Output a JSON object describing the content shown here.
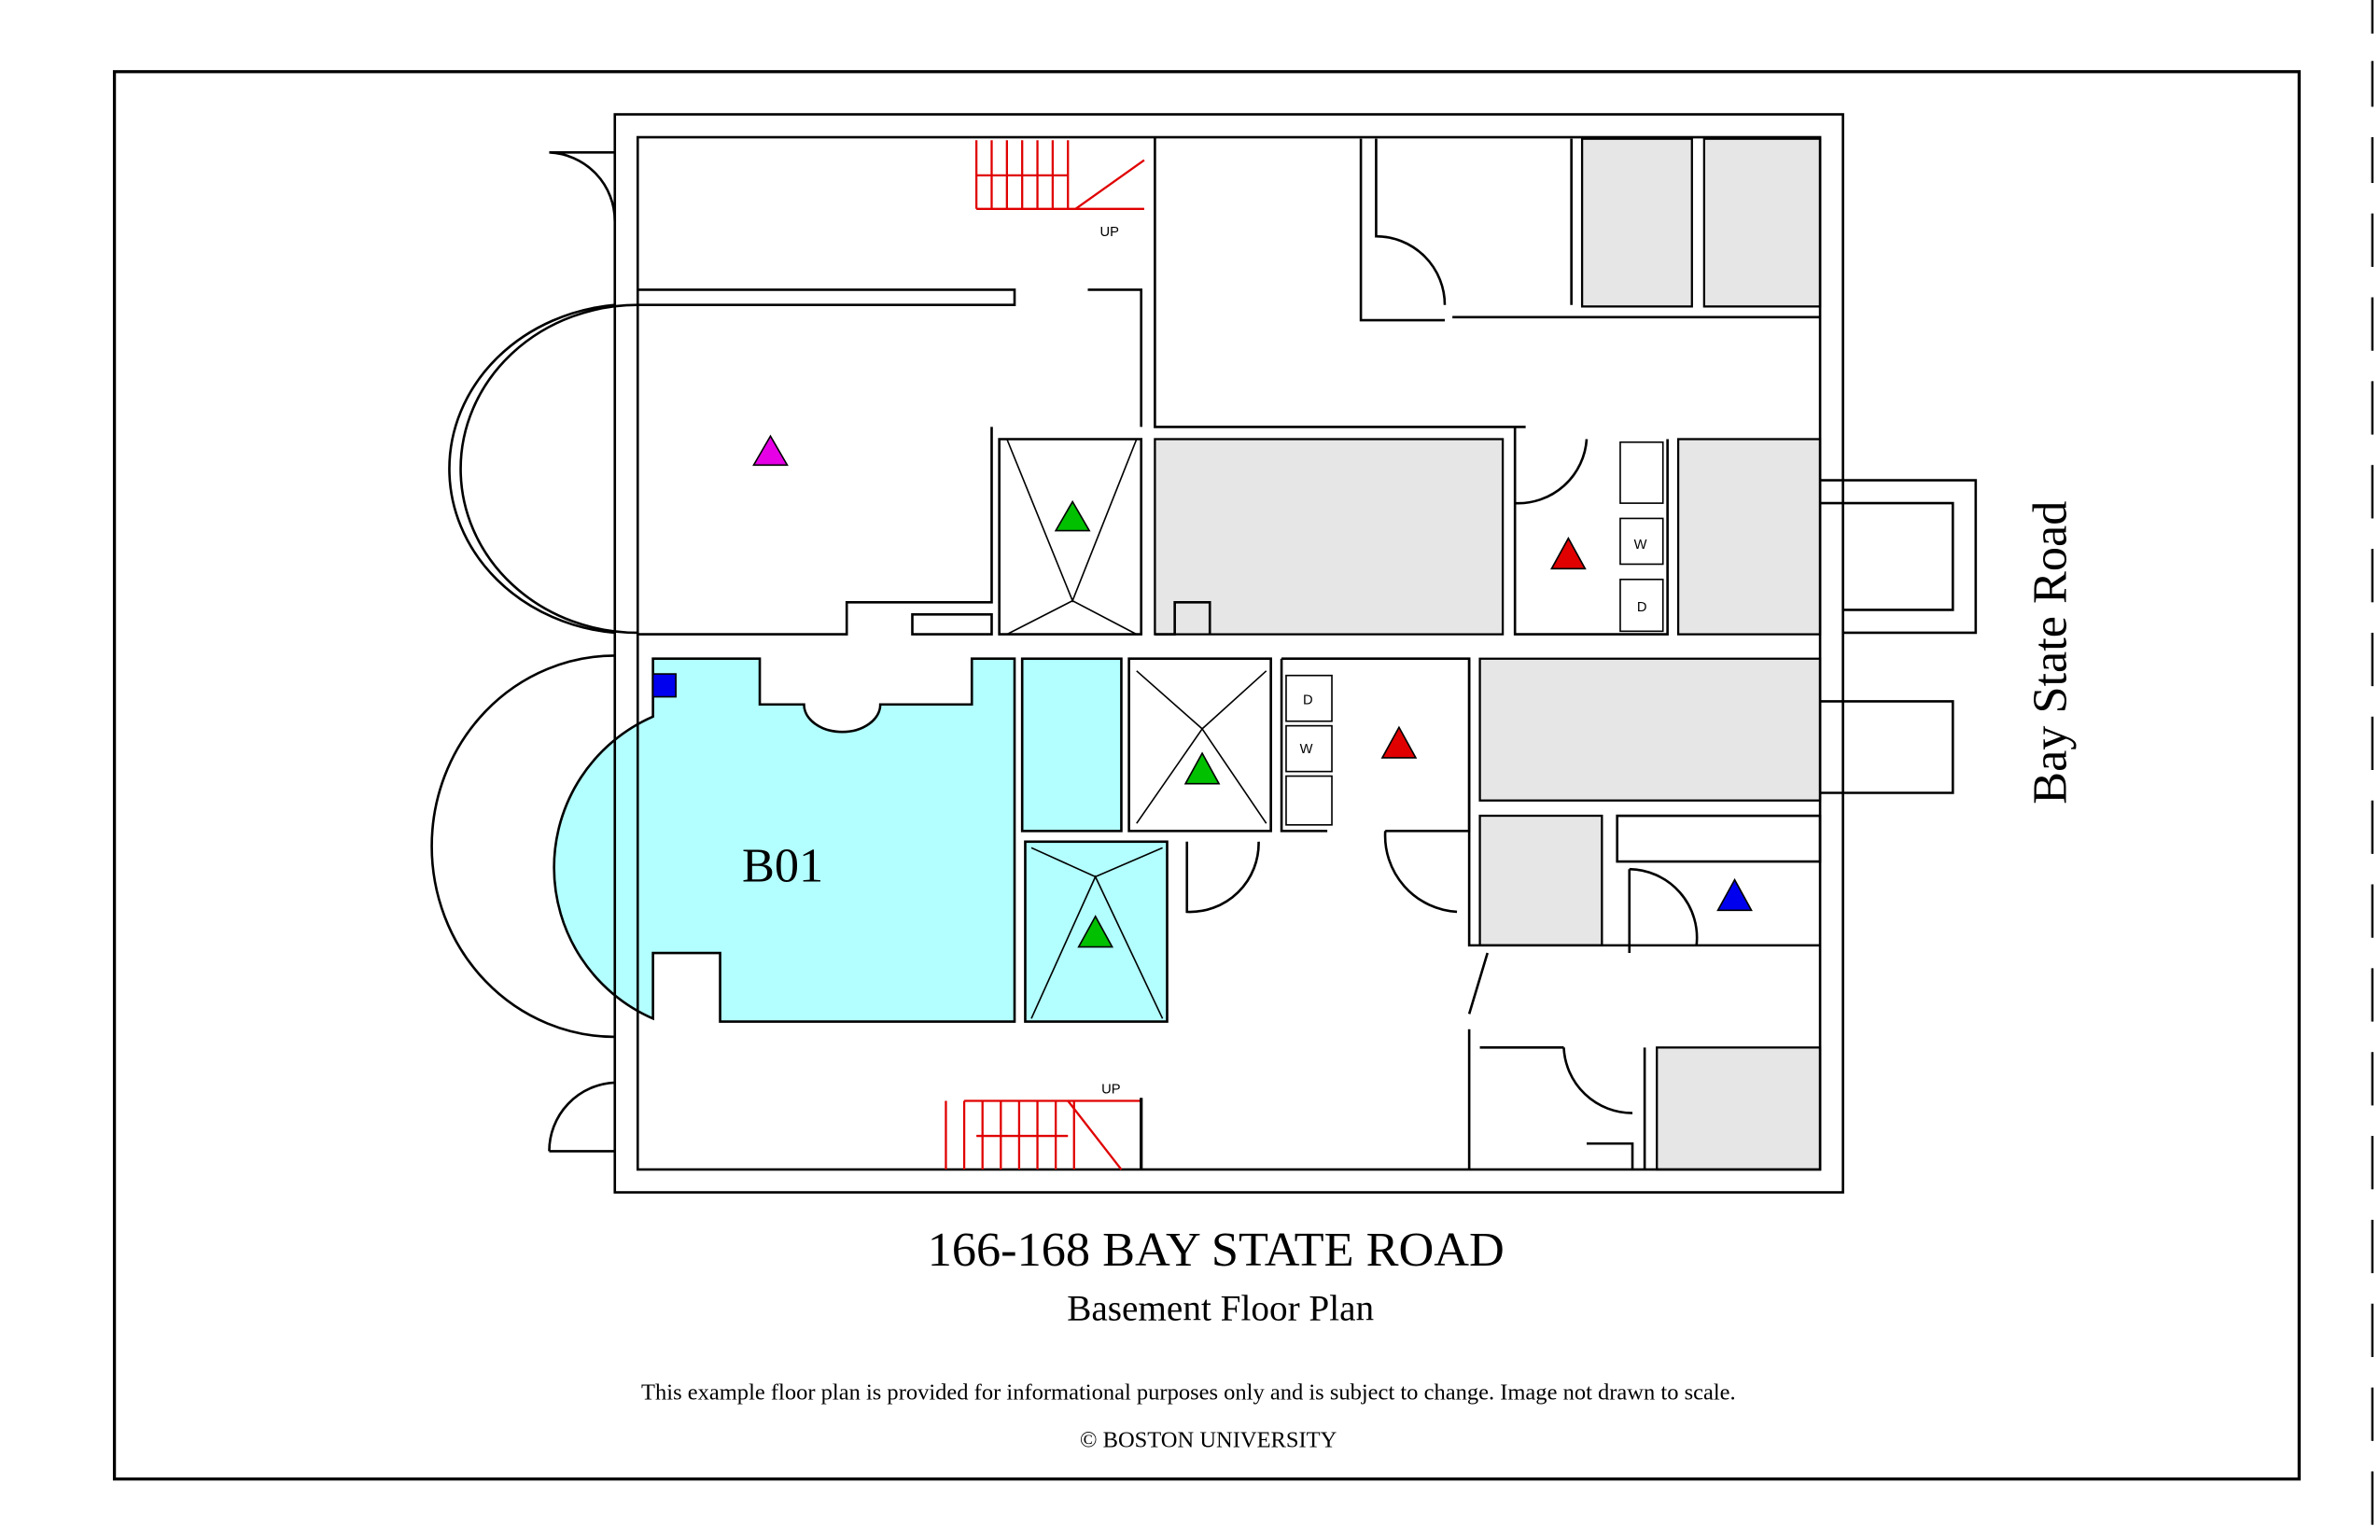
{
  "title": "166-168 BAY STATE ROAD",
  "subtitle": "Basement Floor Plan",
  "disclaimer": "This example floor plan is provided for informational purposes only and is subject to change. Image not drawn to scale.",
  "copyright": "© BOSTON UNIVERSITY",
  "street_label": "Bay State Road",
  "room_label": "B01",
  "stairs": [
    {
      "label": "UP"
    },
    {
      "label": "UP"
    }
  ],
  "appliances": {
    "dryer": "D",
    "washer": "W"
  },
  "colors": {
    "highlight_room": "#b3ffff",
    "other_room": "#e6e6e6",
    "stairs": "#e00000",
    "marker_magenta": "#e600e6",
    "marker_green": "#00c000",
    "marker_red": "#e00000",
    "marker_blue": "#0000ee"
  }
}
